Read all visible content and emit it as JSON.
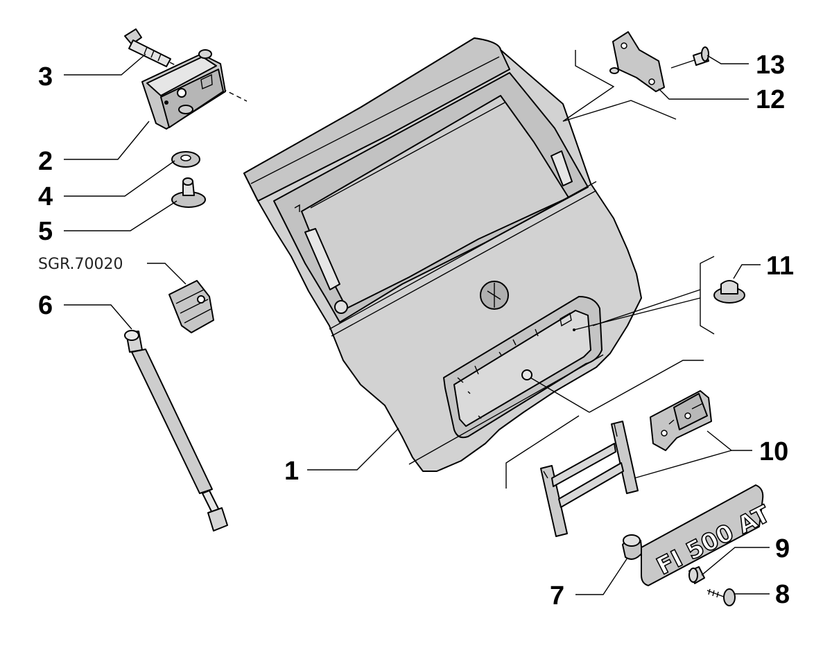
{
  "callouts": {
    "c1": "1",
    "c2": "2",
    "c3": "3",
    "c4": "4",
    "c5": "5",
    "c6": "6",
    "c7": "7",
    "c8": "8",
    "c9": "9",
    "c10": "10",
    "c11": "11",
    "c12": "12",
    "c13": "13"
  },
  "reference": "SGR.70020",
  "badge_text": "FI 500 AT",
  "colors": {
    "panel_fill": "#d4d4d4",
    "part_fill": "#bdbdbd",
    "line": "#000000",
    "background": "#ffffff"
  }
}
